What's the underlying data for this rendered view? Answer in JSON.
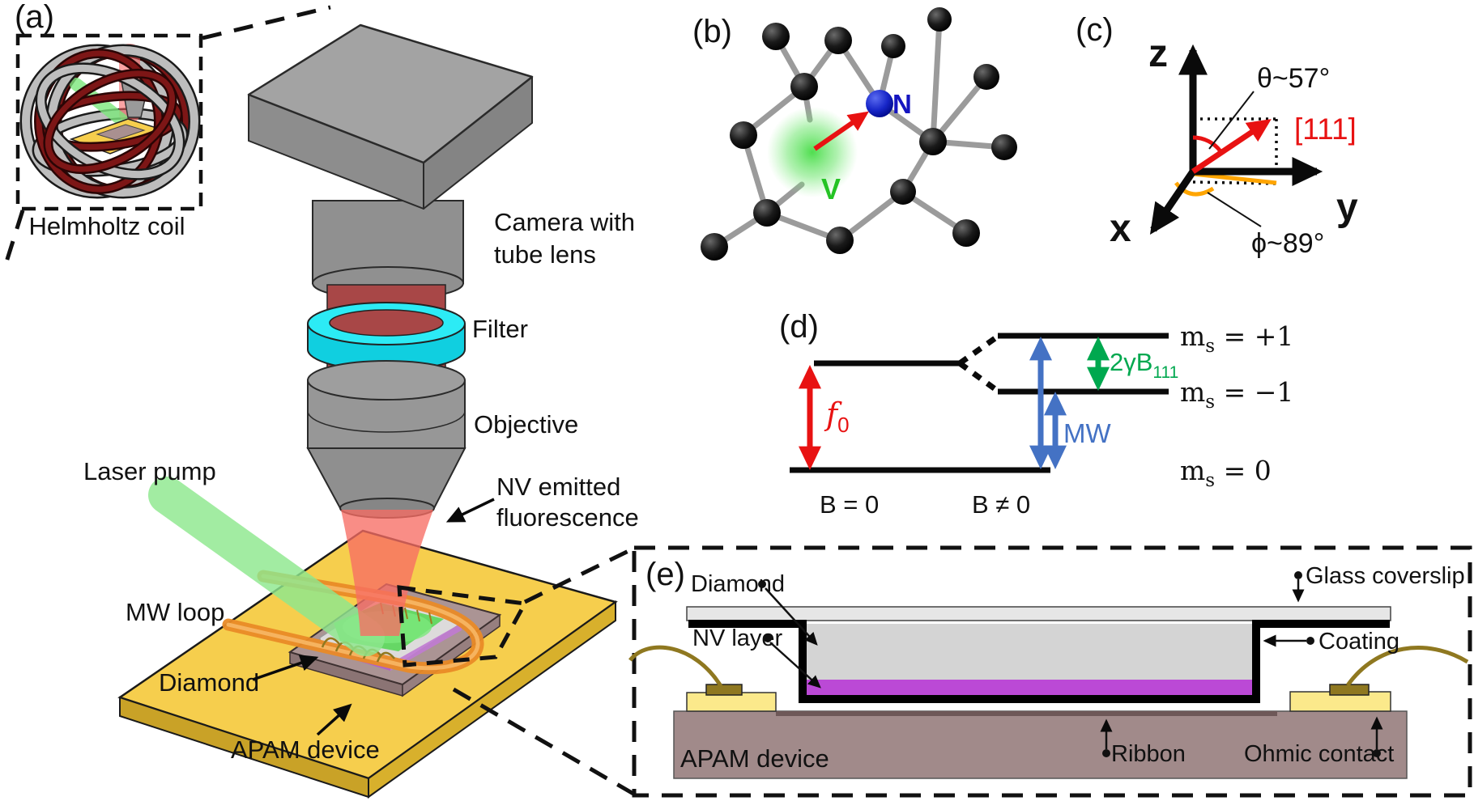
{
  "panel_labels": {
    "a": "(a)",
    "b": "(b)",
    "c": "(c)",
    "d": "(d)",
    "e": "(e)"
  },
  "setup": {
    "helmholtz": "Helmholtz coil",
    "camera_line1": "Camera with",
    "camera_line2": "tube lens",
    "filter": "Filter",
    "objective": "Objective",
    "laser": "Laser pump",
    "mw_loop": "MW loop",
    "fluor_line1": "NV emitted",
    "fluor_line2": "fluorescence",
    "diamond": "Diamond",
    "apam": "APAM device"
  },
  "lattice": {
    "nitrogen": "N",
    "vacancy": "V"
  },
  "axes": {
    "z": "z",
    "y": "y",
    "x": "x",
    "theta": "θ~57°",
    "phi": "ϕ~89°",
    "direction": "[111]"
  },
  "levels": {
    "f": "f",
    "f_sub": "0",
    "mw": "MW",
    "zeeman": "2γB",
    "zeeman_sub": "111",
    "ms": "m",
    "ms_sub": "s",
    "eq_p1": " = +1",
    "eq_m1": " = −1",
    "eq_0": " = 0",
    "b_zero": "B = 0",
    "b_nonzero": "B ≠ 0"
  },
  "device": {
    "diamond": "Diamond",
    "nv_layer": "NV layer",
    "glass": "Glass coverslip",
    "coating": "Coating",
    "ribbon": "Ribbon",
    "ohmic": "Ohmic contact",
    "apam": "APAM device"
  },
  "colors": {
    "laser_green": "#8ee88e",
    "fluorescence_red": "#f76d64",
    "filter_cyan": "#2cebf5",
    "nv_purple": "#bb49d6",
    "mw_orange": "#ef8e2e",
    "stage_yellow": "#f6ce4d",
    "arrow_blue": "#4472c4",
    "arrow_green": "#00a84f",
    "arrow_red": "#e81212",
    "coil_maroon": "#7a1515",
    "substrate_mauve": "#a18a8a"
  }
}
